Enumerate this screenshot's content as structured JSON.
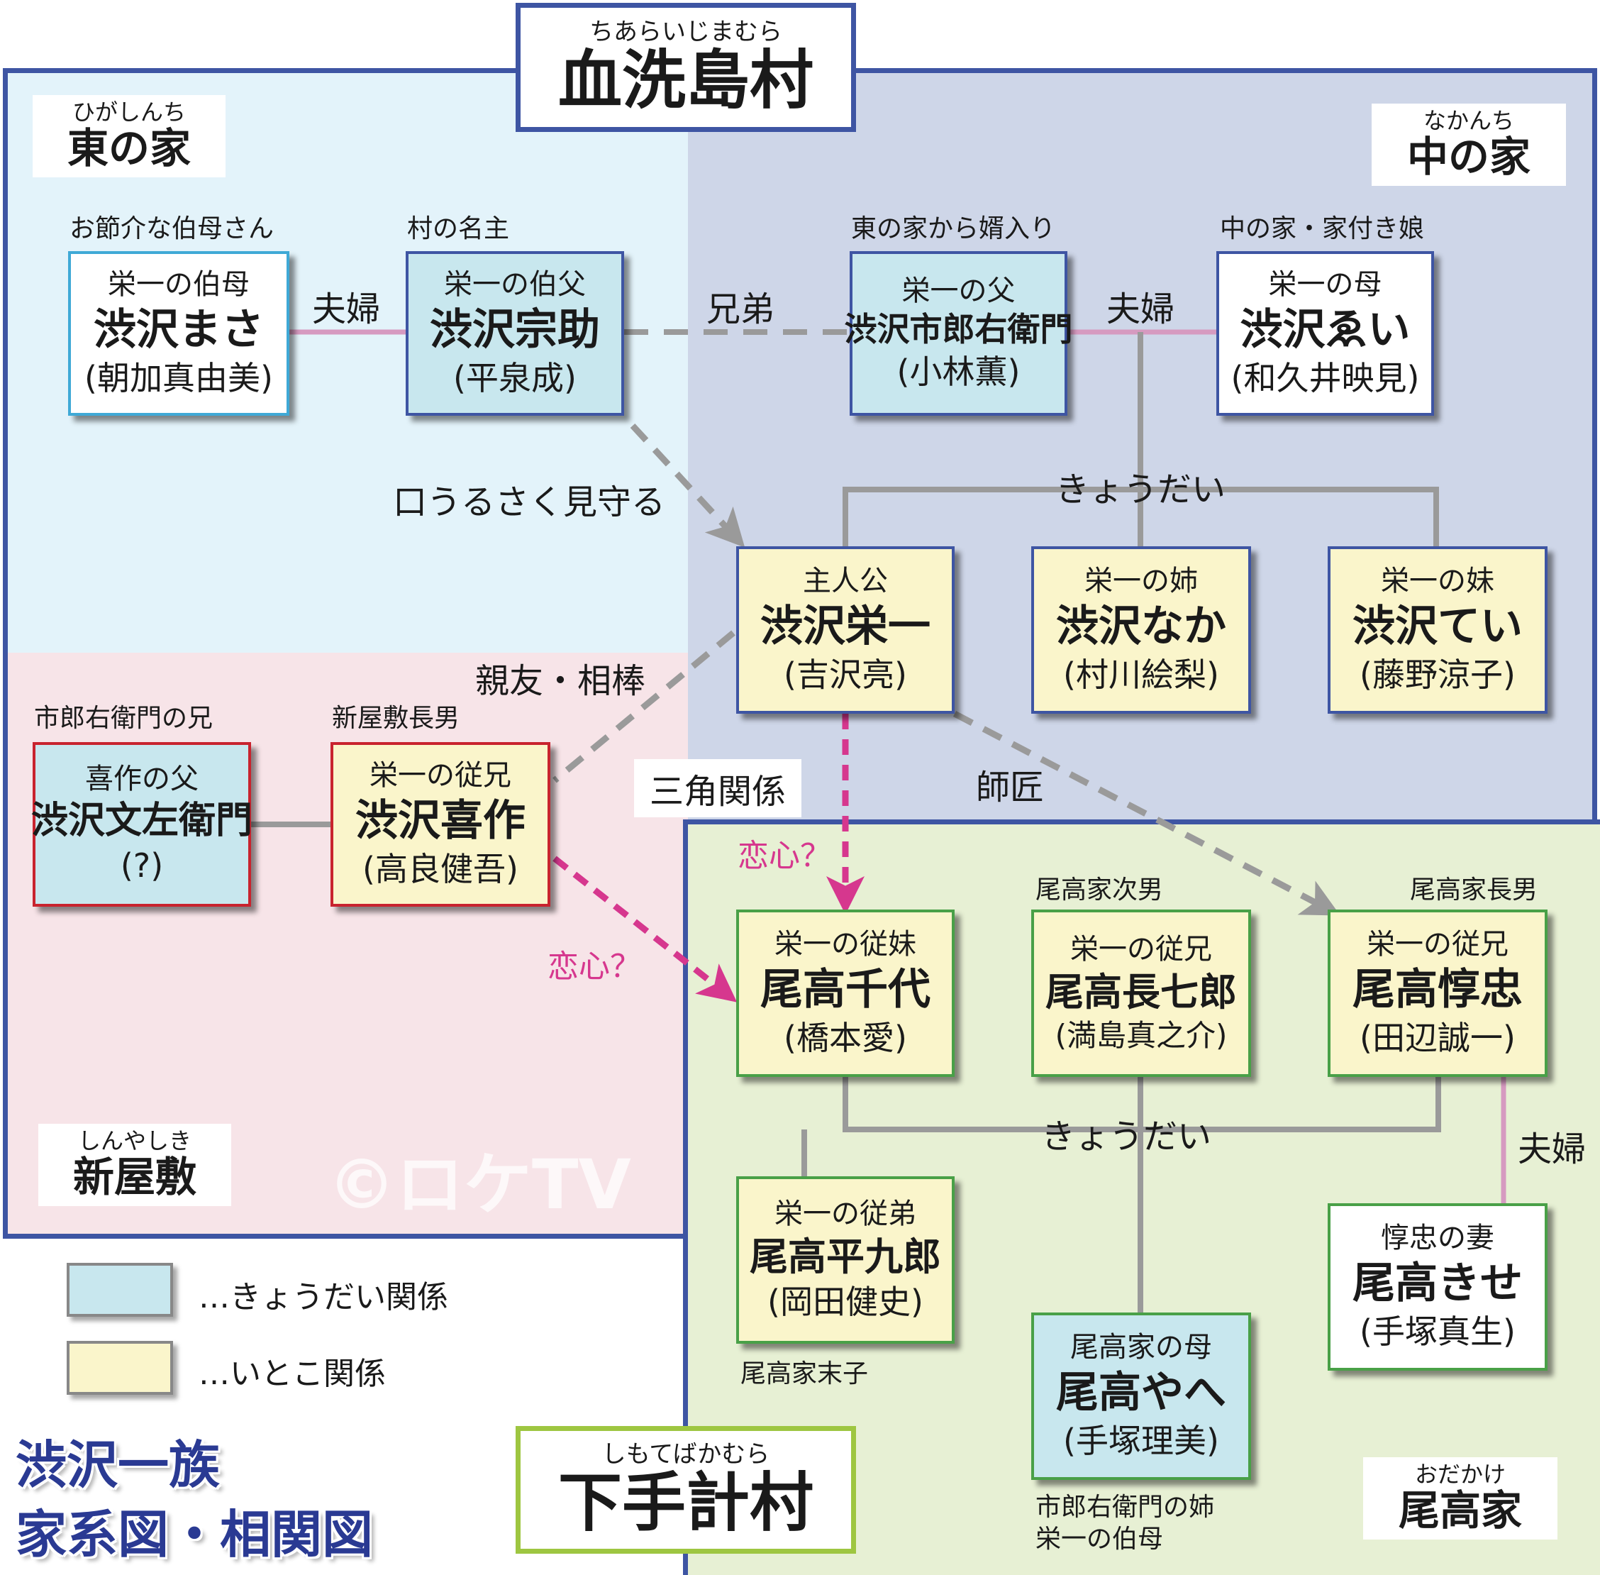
{
  "colors": {
    "east_bg": "#e3f3fa",
    "naka_bg": "#ced6e8",
    "shinyashiki_bg": "#f7e4e8",
    "odaka_bg": "#e7f0d4",
    "border_blue": "#3e55a3",
    "border_green": "#49a047",
    "border_red": "#c8232e",
    "border_cyan": "#3fa9d6",
    "card_blue": "#c8e7ee",
    "card_yellow": "#faf5cb",
    "card_white": "#ffffff",
    "line_gray": "#9a9a9a",
    "line_pink": "#d69ac0",
    "line_magenta": "#d6378e",
    "accent_text": "#d6378e"
  },
  "villages": {
    "chiaraijima": {
      "ruby": "ちあらいじまむら",
      "name": "血洗島村"
    },
    "shimotebaka": {
      "ruby": "しもてばかむら",
      "name": "下手計村"
    }
  },
  "areas": {
    "east": {
      "ruby": "ひがしんち",
      "name": "東の家"
    },
    "naka": {
      "ruby": "なかんち",
      "name": "中の家"
    },
    "shinyashiki": {
      "ruby": "しんやしき",
      "name": "新屋敷"
    },
    "odaka": {
      "ruby": "おだかけ",
      "name": "尾高家"
    }
  },
  "people": {
    "masa": {
      "note": "お節介な伯母さん",
      "role": "栄一の伯母",
      "name": "渋沢まさ",
      "actor": "(朝加真由美)"
    },
    "sosuke": {
      "note": "村の名主",
      "role": "栄一の伯父",
      "name": "渋沢宗助",
      "actor": "(平泉成)"
    },
    "ichiroemon": {
      "note": "東の家から婿入り",
      "role": "栄一の父",
      "name": "渋沢市郎右衛門",
      "actor": "(小林薫)"
    },
    "ei": {
      "note": "中の家・家付き娘",
      "role": "栄一の母",
      "name": "渋沢ゑい",
      "actor": "(和久井映見)"
    },
    "eiichi": {
      "role": "主人公",
      "name": "渋沢栄一",
      "actor": "(吉沢亮)"
    },
    "naka": {
      "role": "栄一の姉",
      "name": "渋沢なか",
      "actor": "(村川絵梨)"
    },
    "tei": {
      "role": "栄一の妹",
      "name": "渋沢てい",
      "actor": "(藤野涼子)"
    },
    "bunzaemon": {
      "note": "市郎右衛門の兄",
      "role": "喜作の父",
      "name": "渋沢文左衛門",
      "actor": "(?)"
    },
    "kisaku": {
      "note": "新屋敷長男",
      "role": "栄一の従兄",
      "name": "渋沢喜作",
      "actor": "(高良健吾)"
    },
    "chiyo": {
      "role": "栄一の従妹",
      "name": "尾高千代",
      "actor": "(橋本愛)"
    },
    "choshichiro": {
      "note": "尾高家次男",
      "role": "栄一の従兄",
      "name": "尾高長七郎",
      "actor": "(満島真之介)"
    },
    "atsutada": {
      "note": "尾高家長男",
      "role": "栄一の従兄",
      "name": "尾高惇忠",
      "actor": "(田辺誠一)"
    },
    "heikuro": {
      "note": "尾高家末子",
      "role": "栄一の従弟",
      "name": "尾高平九郎",
      "actor": "(岡田健史)"
    },
    "yae": {
      "note": "市郎右衛門の姉\n栄一の伯母",
      "role": "尾高家の母",
      "name": "尾高やへ",
      "actor": "(手塚理美)"
    },
    "kise": {
      "role": "惇忠の妻",
      "name": "尾高きせ",
      "actor": "(手塚真生)"
    }
  },
  "relations": {
    "fufu1": "夫婦",
    "kyodai_brothers": "兄弟",
    "fufu2": "夫婦",
    "mimamoru": "口うるさく見守る",
    "kyodai1": "きょうだい",
    "shinyu": "親友・相棒",
    "sankaku": "三角関係",
    "shisho": "師匠",
    "koigokoro1": "恋心？",
    "koigokoro2": "恋心？",
    "kyodai2": "きょうだい",
    "fufu3": "夫婦"
  },
  "legend": [
    {
      "label": "…きょうだい関係",
      "color": "#c8e7ee"
    },
    {
      "label": "…いとこ関係",
      "color": "#faf5cb"
    }
  ],
  "title": {
    "line1": "渋沢一族",
    "line2": "家系図・相関図"
  },
  "watermark": "©ロケTV"
}
